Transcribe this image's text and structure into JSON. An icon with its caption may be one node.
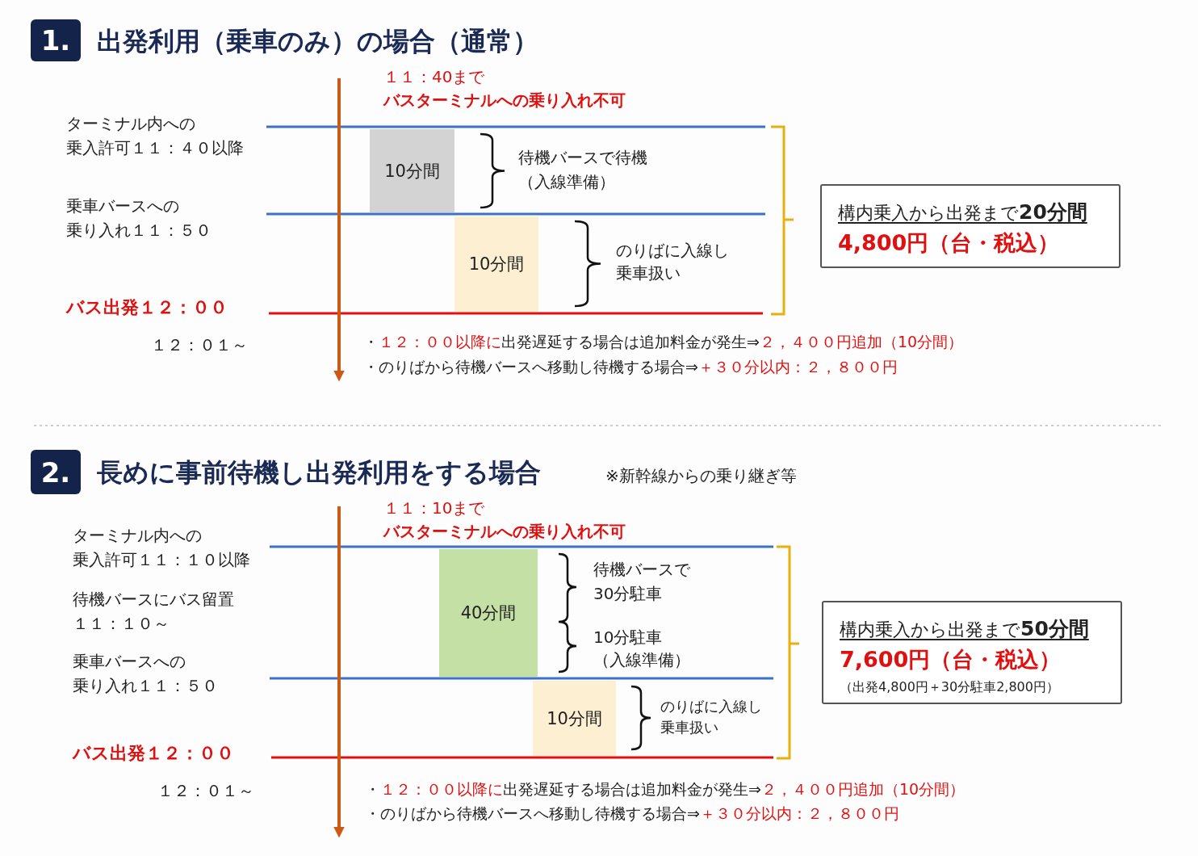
{
  "diagram": {
    "nodes": [
      {
        "text": [
          "1."
        ],
        "beside": [
          "出発利用（乗車のみ）の場合（通常）"
        ]
      },
      {
        "text": [
          "10分間"
        ]
      },
      {
        "text": [
          "10分間"
        ]
      },
      {
        "text": [
          "構内乗入から出発まで**20分間**",
          "4,800円（台・税込）"
        ]
      },
      {
        "text": [
          "2."
        ],
        "beside": [
          "長めに事前待機し出発利用をする場合"
        ]
      },
      {
        "text": [
          "40分間"
        ]
      },
      {
        "text": [
          "10分間"
        ]
      },
      {
        "text": [
          "構内乗入から出発まで**50分間**",
          "7,600円（台・税込）",
          "（出発4,800円＋30分駐車2,800円）"
        ]
      }
    ],
    "labels": [
      "１１：40まで",
      "バスターミナルへの乗り入れ不可",
      "ターミナル内への乗入許可１１：４０以降",
      "待機バースで待機（入線準備）",
      "乗車バースへの乗り入れ１１：５０",
      "のりばに入線し乗車扱い",
      "バス出発１２：００",
      "１２：０１～",
      "・**１２：００以降に**出発遅延する場合は追加料金が発生⇒**２，４００円追加（10分間）**",
      "・のりばから待機バースへ移動し待機する場合⇒**＋３０分以内：２，８００円**",
      "※新幹線からの乗り継ぎ等",
      "１１：10まで",
      "バスターミナルへの乗り入れ不可",
      "ターミナル内への乗入許可１１：１０以降",
      "待機バースで30分駐車",
      "待機バースにバス留置１１：１０～",
      "10分駐車（入線準備）",
      "乗車バースへの乗り入れ１１：５０",
      "のりばに入線し乗車扱い",
      "バス出発１２：００",
      "１２：０１～",
      "・**１２：００以降に**出発遅延する場合は追加料金が発生⇒**２，４００円追加（10分間）**",
      "・のりばから待機バースへ移動し待機する場合⇒**＋３０分以内：２，８００円**"
    ]
  }
}
